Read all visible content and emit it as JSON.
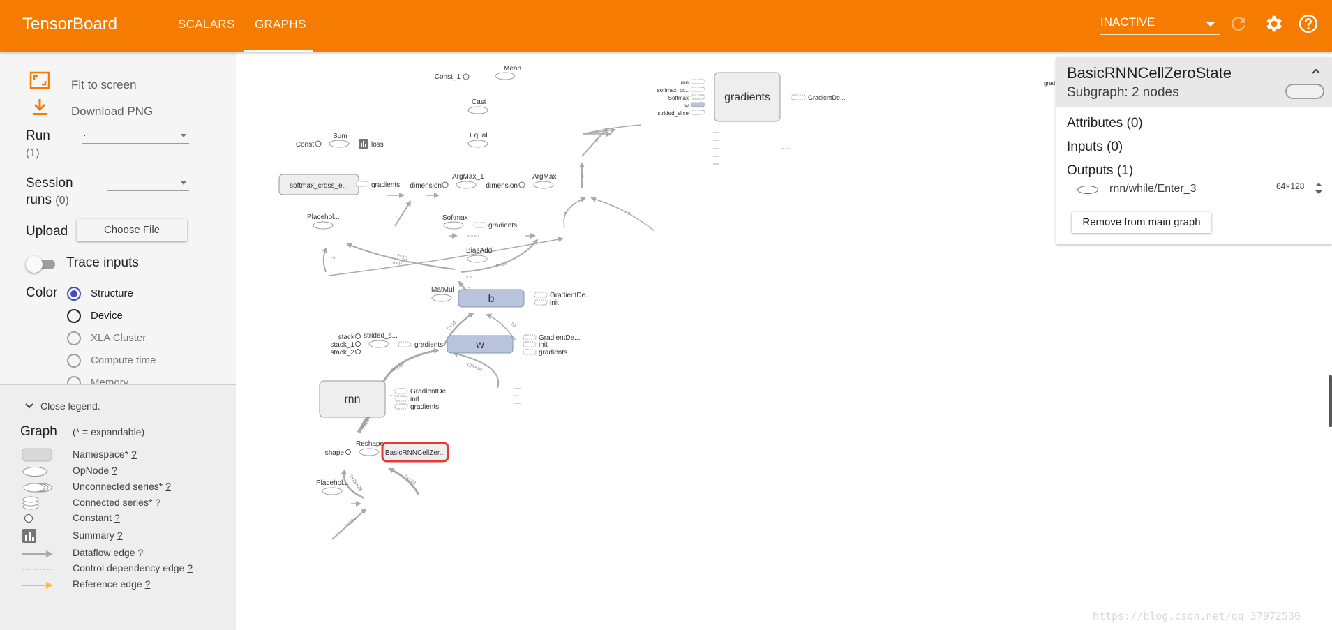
{
  "header": {
    "brand": "TensorBoard",
    "tabs": [
      {
        "label": "SCALARS",
        "active": false
      },
      {
        "label": "GRAPHS",
        "active": true
      }
    ],
    "run_selector": {
      "value": "INACTIVE"
    },
    "icons": [
      "refresh-icon",
      "gear-icon",
      "help-icon"
    ]
  },
  "sidebar": {
    "fit_to_screen": "Fit to screen",
    "download_png": "Download PNG",
    "run": {
      "label": "Run",
      "count": "(1)",
      "value": "."
    },
    "session_runs": {
      "label_line1": "Session",
      "label_line2": "runs",
      "count": "(0)",
      "value": ""
    },
    "upload": {
      "label": "Upload",
      "button": "Choose File"
    },
    "trace_inputs": {
      "label": "Trace inputs",
      "enabled": false
    },
    "color": {
      "label": "Color",
      "options": [
        {
          "label": "Structure",
          "checked": true
        },
        {
          "label": "Device",
          "checked": false
        },
        {
          "label": "XLA Cluster",
          "checked": false
        },
        {
          "label": "Compute time",
          "checked": false
        },
        {
          "label": "Memory",
          "checked": false
        }
      ]
    }
  },
  "legend": {
    "close": "Close legend.",
    "title": "Graph",
    "subtitle": "(* = expandable)",
    "items": [
      {
        "label": "Namespace*",
        "q": "?"
      },
      {
        "label": "OpNode",
        "q": "?"
      },
      {
        "label": "Unconnected series*",
        "q": "?"
      },
      {
        "label": "Connected series*",
        "q": "?"
      },
      {
        "label": "Constant",
        "q": "?"
      },
      {
        "label": "Summary",
        "q": "?"
      },
      {
        "label": "Dataflow edge",
        "q": "?"
      },
      {
        "label": "Control dependency edge",
        "q": "?"
      },
      {
        "label": "Reference edge",
        "q": "?"
      }
    ]
  },
  "graph": {
    "nodes": {
      "mean": "Mean",
      "const_1": "Const_1",
      "cast": "Cast",
      "equal": "Equal",
      "sum": "Sum",
      "const": "Const",
      "loss": "loss",
      "softmax_cross": "softmax_cross_e...",
      "gradients_sc": "gradients",
      "argmax_1": "ArgMax_1",
      "argmax": "ArgMax",
      "dimension_1": "dimension",
      "dimension_2": "dimension",
      "placeholder_top": "Placehol...",
      "softmax": "Softmax",
      "gradients_sm": "gradients",
      "biasadd": "BiasAdd",
      "matmul": "MatMul",
      "b": "b",
      "b_grad": "GradientDe...",
      "b_init": "init",
      "w": "w",
      "w_grad": "GradientDe...",
      "w_init": "init",
      "w_grads": "gradients",
      "strided": "strided_s...",
      "stack": "stack",
      "stack_1": "stack_1",
      "stack_2": "stack_2",
      "gradients_st": "gradients",
      "rnn": "rnn",
      "rnn_grad": "GradientDe...",
      "rnn_init": "init",
      "rnn_grads": "gradients",
      "reshape": "Reshape",
      "shape": "shape",
      "basic_rnn": "BasicRNNCellZer...",
      "placeholder_bottom": "Placehol...",
      "gradients_ns": "gradients",
      "g_rnn": "rnn",
      "g_softmax_cr": "softmax_cr...",
      "g_softmax": "Softmax",
      "g_w": "w",
      "g_strided": "strided_slice",
      "g_out": "GradientDe...",
      "g_partial": "grad"
    },
    "edge_labels": {
      "cast_mean": "?",
      "equal_cast": "?",
      "sum_edge": "?",
      "argmax1_equal": "?",
      "argmax_equal": "?",
      "placeholder_sc": "?",
      "softmax_sc": "?×10",
      "placeholder_argmax1": "?×10",
      "softmax_argmax": "?×10",
      "biasadd_softmax": "?×10",
      "matmul_biasadd": "?×10",
      "b_biasadd": "10",
      "w_matmul": "128×10",
      "strided_matmul": "?×128",
      "rnn_strided": "?×28×128",
      "basic_rnn": "?×128",
      "reshape_rnn": "?×28×28",
      "placeholder_reshape": "?×784"
    }
  },
  "infocard": {
    "title": "BasicRNNCellZeroState",
    "subtitle": "Subgraph: 2 nodes",
    "attributes": "Attributes (0)",
    "inputs": "Inputs (0)",
    "outputs": "Outputs (1)",
    "output_name": "rnn/while/Enter_3",
    "output_shape": "64×128",
    "remove_button": "Remove from main graph"
  },
  "watermark": "https://blog.csdn.net/qq_37972530",
  "colors": {
    "header": "#f57c00",
    "accent": "#3f51b5",
    "var_node": "#b8c3dd",
    "selected": "#e53935"
  }
}
